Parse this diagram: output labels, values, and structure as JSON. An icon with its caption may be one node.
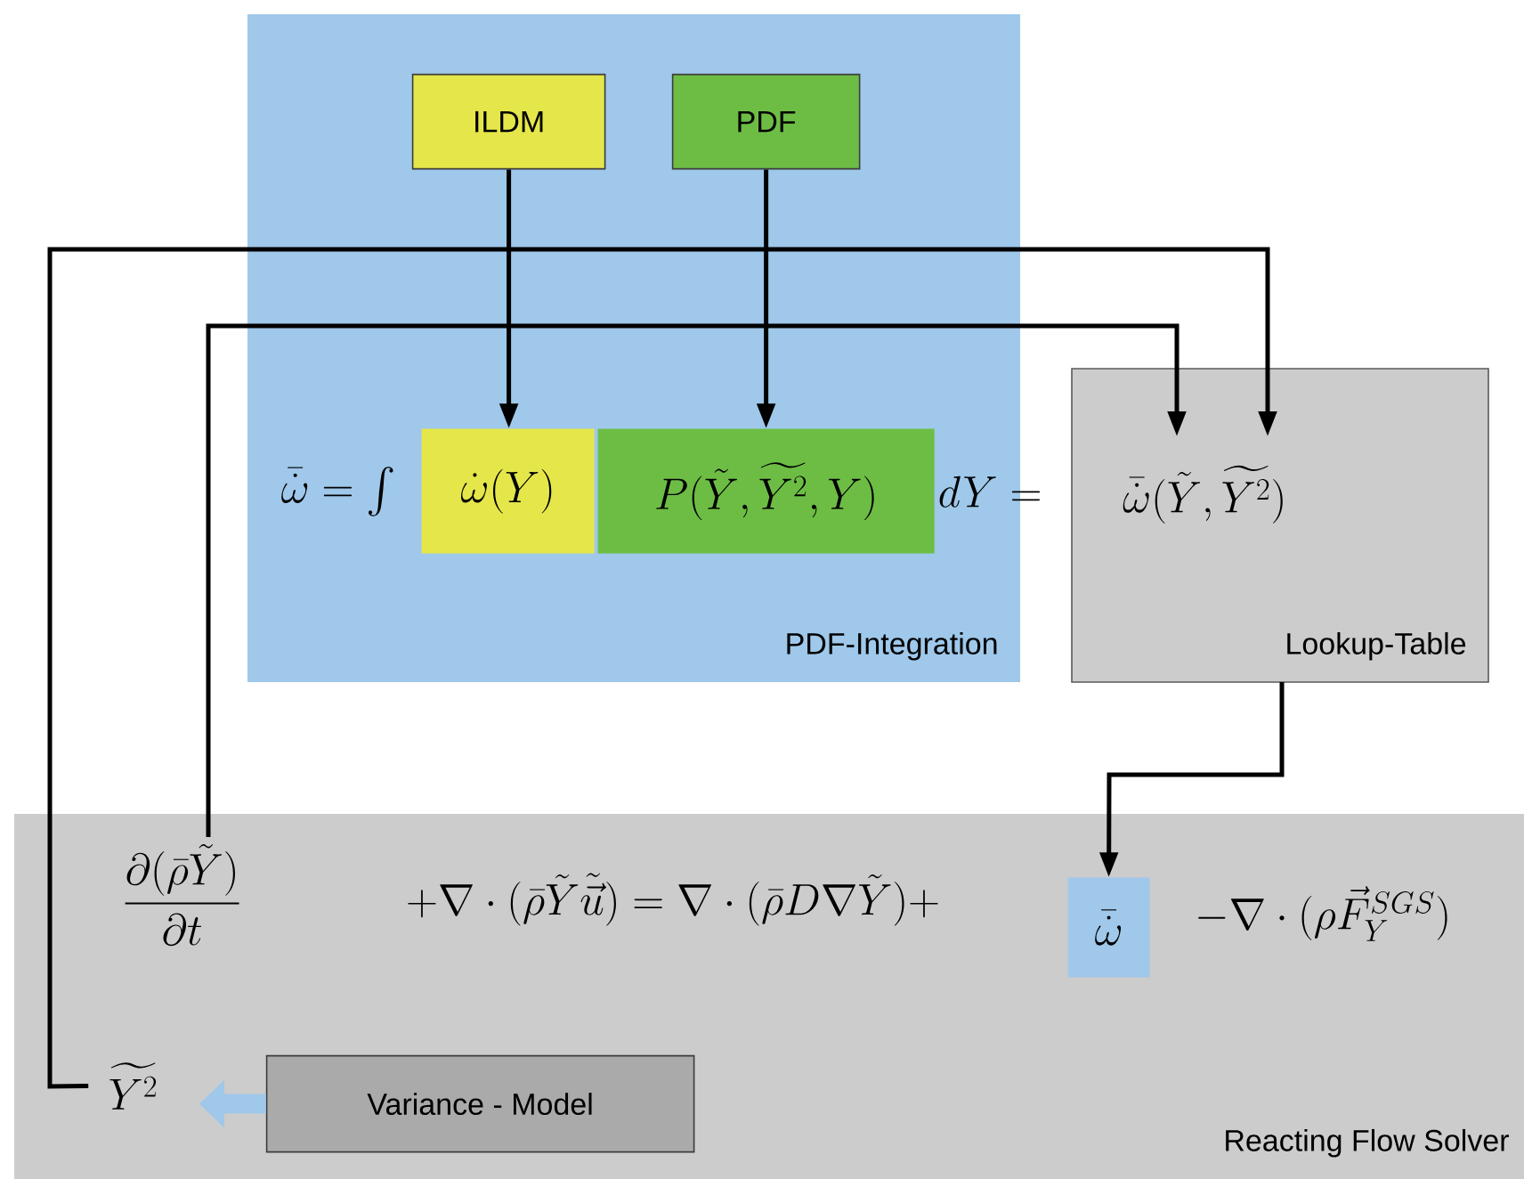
{
  "diagram": {
    "nodes": [
      {
        "text": [
          "PDF-Integration"
        ]
      },
      {
        "text": [
          "ILDM"
        ],
        "in": 0
      },
      {
        "text": [
          "PDF"
        ],
        "in": 0
      },
      {
        "text": [
          "\\dot{\\omega}(Y)"
        ],
        "in": 0
      },
      {
        "text": [
          "P(\\tilde{Y},\\widetilde{Y^2},Y)"
        ],
        "in": 0
      },
      {
        "text": [
          "Lookup-Table"
        ]
      },
      {
        "text": [
          "\\bar{\\dot{\\omega}}(\\tilde{Y},\\widetilde{Y^2})"
        ],
        "in": 5
      },
      {
        "text": [
          "Reacting Flow Solver"
        ]
      },
      {
        "text": [
          "\\frac{\\partial(\\bar{\\rho}\\tilde{Y})}{\\partial t}"
        ],
        "in": 7
      },
      {
        "text": [
          "\\bar{\\dot{\\omega}}"
        ],
        "in": 7
      },
      {
        "text": [
          "\\widetilde{Y^2}"
        ],
        "in": 7
      },
      {
        "text": [
          "Variance - Model"
        ],
        "in": 7
      }
    ],
    "edges": [
      {
        "from": 1,
        "to": 3,
        "arrow": "to"
      },
      {
        "from": 2,
        "to": 4,
        "arrow": "to"
      },
      {
        "from": 8,
        "to": 6,
        "arrow": "to"
      },
      {
        "from": 10,
        "to": 6,
        "arrow": "to"
      },
      {
        "from": 5,
        "to": 9,
        "arrow": "to"
      },
      {
        "from": 11,
        "to": 10,
        "arrow": "to",
        "style": "thick",
        "color": "#9fc8ea"
      }
    ],
    "labels": [
      "\\bar{\\dot{\\omega}}=\\int",
      "dY=",
      "+\\nabla\\cdot(\\bar{\\rho}\\tilde{Y}\\tilde{\\vec{u}})=\\nabla\\cdot(\\bar{\\rho}D\\nabla\\tilde{Y})+",
      "-\\nabla\\cdot(\\rho\\vec{F}^{SGS}_{Y})"
    ]
  }
}
